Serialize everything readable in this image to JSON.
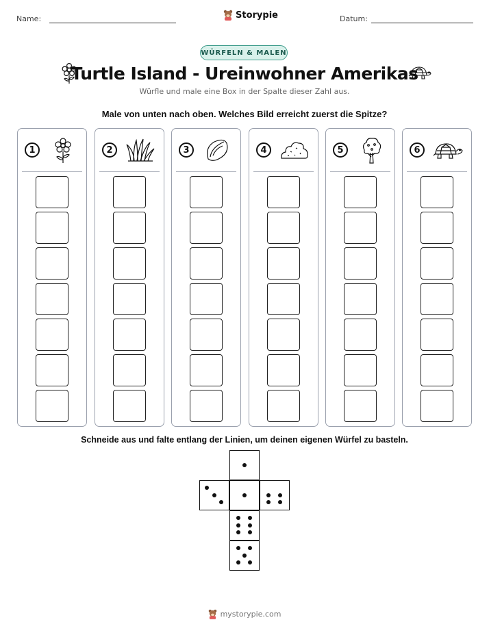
{
  "header": {
    "name_label": "Name:",
    "date_label": "Datum:",
    "brand_name": "Storypie"
  },
  "badge": "WÜRFELN & MALEN",
  "title": "Turtle Island - Ureinwohner Amerikas",
  "subtitle": "Würfle und male eine Box in der Spalte dieser Zahl aus.",
  "instruction": "Male von unten nach oben. Welches Bild erreicht zuerst die Spitze?",
  "columns": [
    {
      "number": "1",
      "icon": "flower-icon"
    },
    {
      "number": "2",
      "icon": "grass-icon"
    },
    {
      "number": "3",
      "icon": "seed-icon"
    },
    {
      "number": "4",
      "icon": "bush-icon"
    },
    {
      "number": "5",
      "icon": "tree-icon"
    },
    {
      "number": "6",
      "icon": "turtle-icon"
    }
  ],
  "boxes_per_column": 7,
  "cut_instruction": "Schneide aus und falte entlang der Linien, um deinen eigenen Würfel zu basteln.",
  "dice_faces": [
    1,
    3,
    1,
    4,
    6,
    5
  ],
  "footer": {
    "site": "mystorypie.com"
  },
  "colors": {
    "badge_border": "#3f9c8b",
    "badge_fill": "#d9f1eb",
    "column_border": "#9aa0ad"
  }
}
